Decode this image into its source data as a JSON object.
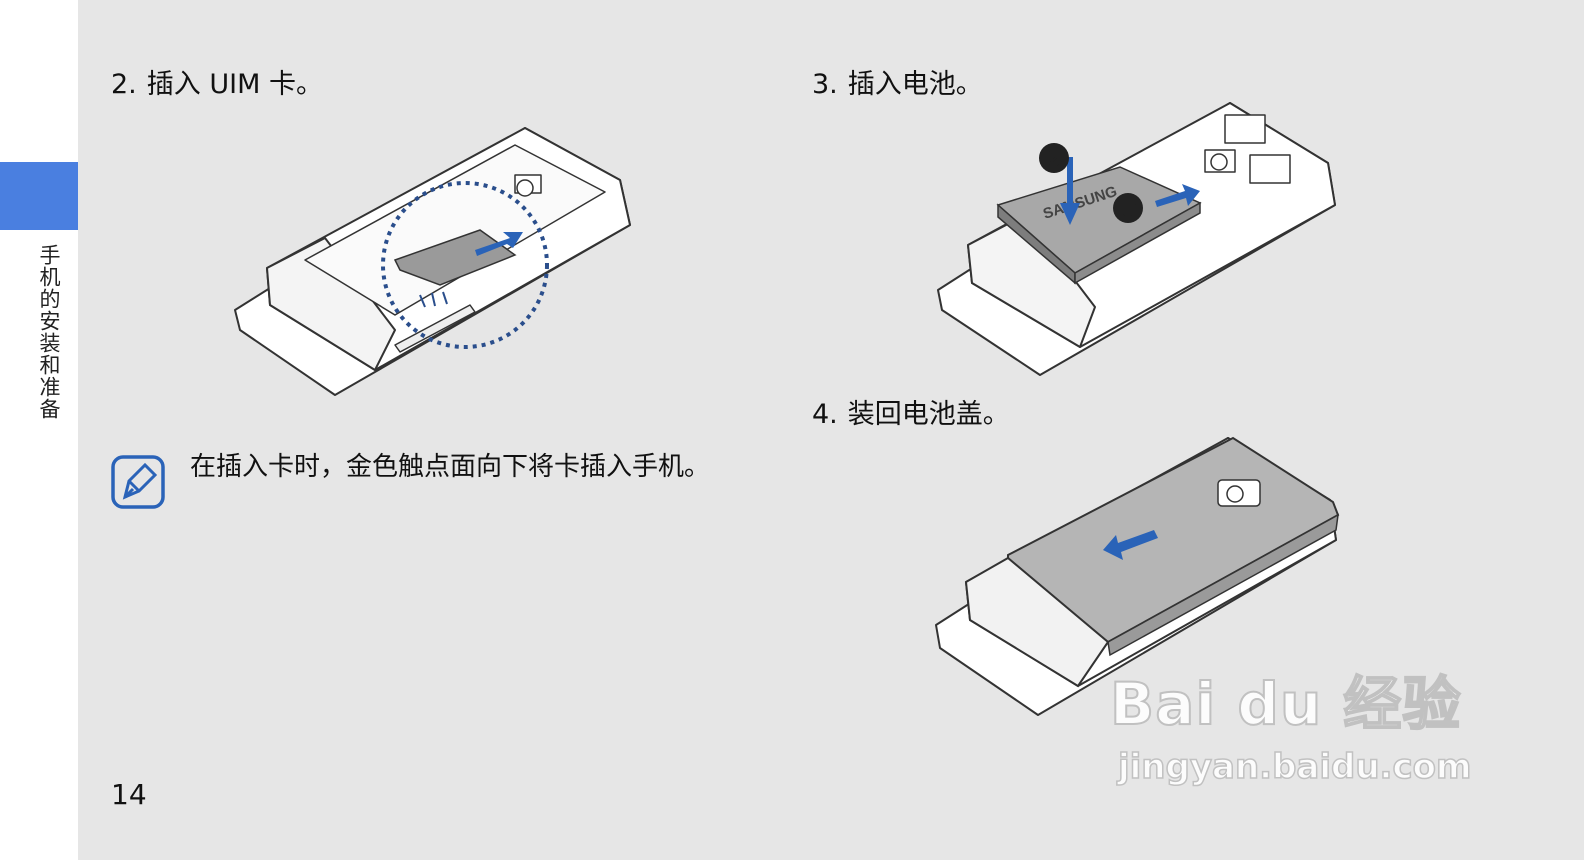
{
  "sidebar": {
    "section_label": "手机的安装和准备",
    "accent_color": "#4a7fe0"
  },
  "steps": [
    {
      "number": "2.",
      "text": "插入 UIM 卡。"
    },
    {
      "number": "3.",
      "text": "插入电池。"
    },
    {
      "number": "4.",
      "text": "装回电池盖。"
    }
  ],
  "note": {
    "icon": "note-pencil-icon",
    "text": "在插入卡时，金色触点面向下将卡插入手机。"
  },
  "battery_illustration": {
    "brand_label": "SAMSUNG",
    "step_markers": [
      "❶",
      "❷"
    ]
  },
  "page_number": "14",
  "watermark": {
    "logo_text": "Bai du 经验",
    "url_text": "jingyan.baidu.com"
  }
}
